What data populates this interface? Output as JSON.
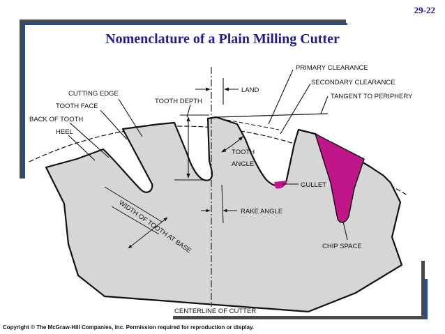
{
  "slide_number": "29-22",
  "title": "Nomenclature of a Plain Milling Cutter",
  "copyright": "Copyright © The McGraw-Hill Companies, Inc.  Permission required for reproduction or display.",
  "labels": {
    "land": "LAND",
    "primary_clearance": "PRIMARY CLEARANCE",
    "secondary_clearance": "SECONDARY CLEARANCE",
    "tangent_to_periphery": "TANGENT TO PERIPHERY",
    "cutting_edge": "CUTTING EDGE",
    "tooth_face": "TOOTH FACE",
    "tooth_depth": "TOOTH DEPTH",
    "back_of_tooth": "BACK OF TOOTH",
    "heel": "HEEL",
    "tooth": "TOOTH",
    "angle": "ANGLE",
    "gullet": "GULLET",
    "rake_angle": "RAKE ANGLE",
    "width_of_tooth_at_base": "WIDTH OF TOOTH AT BASE",
    "chip_space": "CHIP SPACE",
    "centerline_of_cutter": "CENTERLINE OF CUTTER"
  },
  "colors": {
    "cutter_body": "#d6d6d6",
    "chip_space": "#c0168a",
    "title": "#1f1f8f",
    "frame_blue": "#1b4f9c",
    "frame_gray": "#4a4a4a"
  }
}
